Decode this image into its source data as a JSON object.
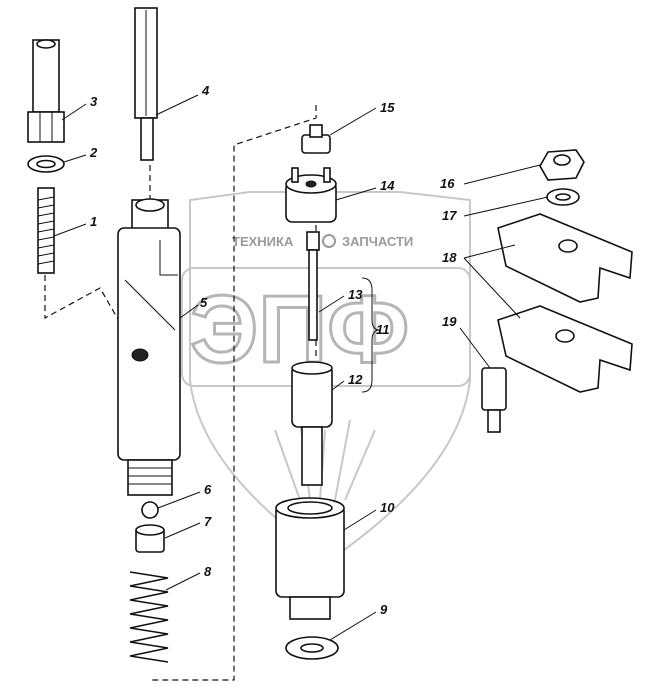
{
  "watermark": {
    "brand_left": "ТЕХНИКА",
    "brand_right": "ЗАПЧАСТИ",
    "logo_letters": "ЭПФ",
    "logo_color": "#b5b5b5"
  },
  "callouts": [
    {
      "id": "1",
      "label": "1"
    },
    {
      "id": "2",
      "label": "2"
    },
    {
      "id": "3",
      "label": "3"
    },
    {
      "id": "4",
      "label": "4"
    },
    {
      "id": "5",
      "label": "5"
    },
    {
      "id": "6",
      "label": "6"
    },
    {
      "id": "7",
      "label": "7"
    },
    {
      "id": "8",
      "label": "8"
    },
    {
      "id": "9",
      "label": "9"
    },
    {
      "id": "10",
      "label": "10"
    },
    {
      "id": "11",
      "label": "11"
    },
    {
      "id": "12",
      "label": "12"
    },
    {
      "id": "13",
      "label": "13"
    },
    {
      "id": "14",
      "label": "14"
    },
    {
      "id": "15",
      "label": "15"
    },
    {
      "id": "16",
      "label": "16"
    },
    {
      "id": "17",
      "label": "17"
    },
    {
      "id": "18",
      "label": "18"
    },
    {
      "id": "19",
      "label": "19"
    }
  ]
}
